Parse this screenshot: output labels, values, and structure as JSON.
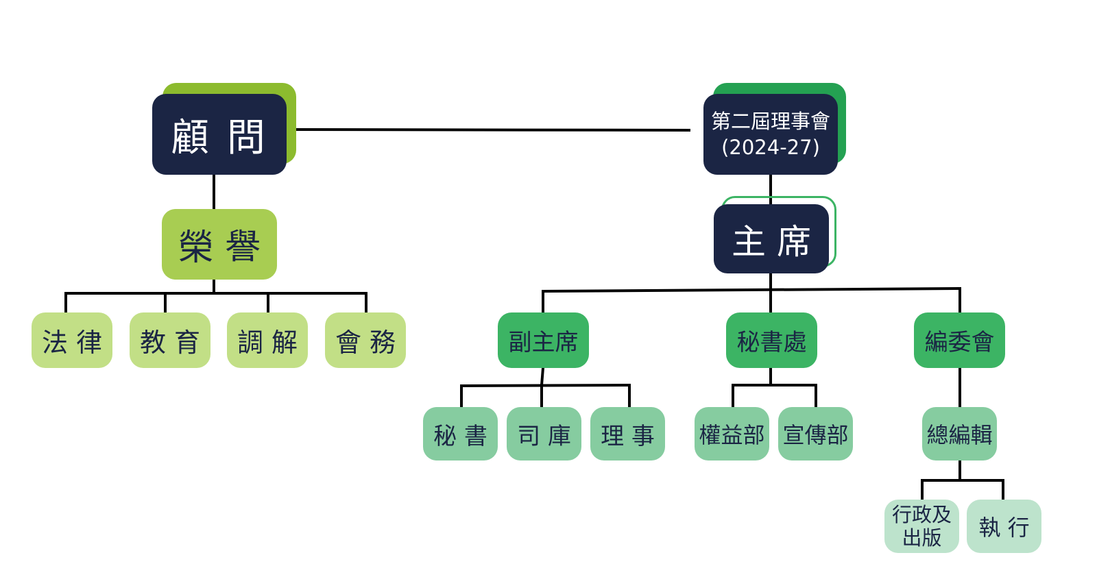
{
  "colors": {
    "navy": "#1b2544",
    "lime_shadow": "#8cbb2e",
    "lime": "#a8cd52",
    "lime_light": "#c2df86",
    "green_shadow": "#24a152",
    "green": "#3cb464",
    "green_mid": "#86cca0",
    "green_light": "#bde3cc",
    "outline_green": "#3cb464"
  },
  "nodes": {
    "advisors": "顧 問",
    "council": "第二屆理事會\n(2024-27)",
    "honorary": "榮 譽",
    "chair": "主 席",
    "legal": "法 律",
    "education": "教 育",
    "mediation": "調 解",
    "affairs": "會 務",
    "vice_chair": "副主席",
    "secretariat": "秘書處",
    "editorial": "編委會",
    "secretary": "秘 書",
    "treasurer": "司 庫",
    "director": "理 事",
    "rights": "權益部",
    "publicity": "宣傳部",
    "chief_editor": "總編輯",
    "admin_publishing": "行政及\n出版",
    "executive": "執 行"
  }
}
